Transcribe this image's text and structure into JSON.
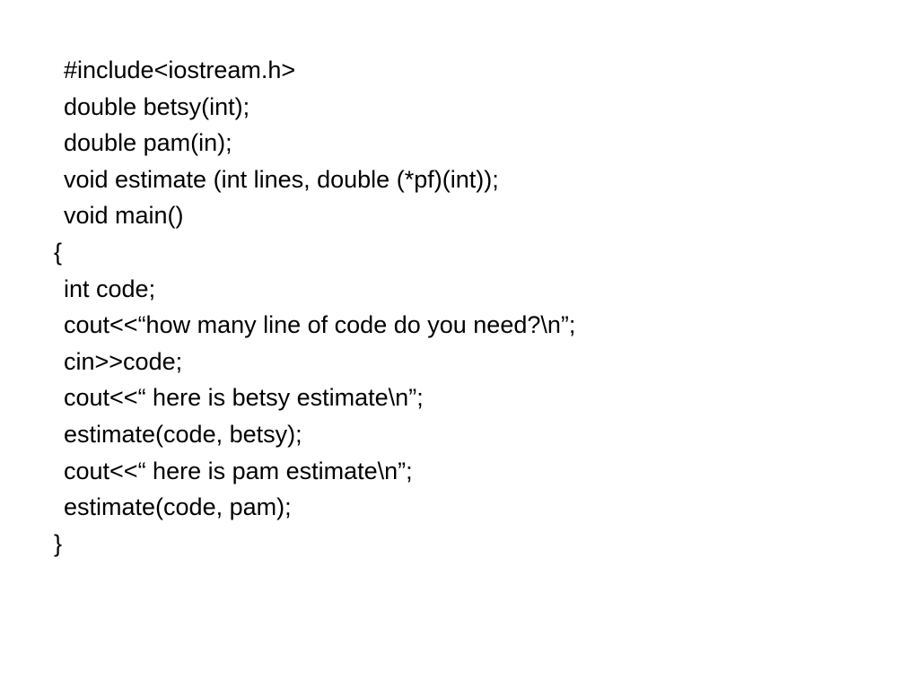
{
  "colors": {
    "background": "#ffffff",
    "text": "#000000"
  },
  "slide": {
    "lines": [
      {
        "text": "#include<iostream.h>",
        "indent": true
      },
      {
        "text": "double betsy(int);",
        "indent": true
      },
      {
        "text": "double pam(in);",
        "indent": true
      },
      {
        "text": "void estimate (int lines, double (*pf)(int));",
        "indent": true
      },
      {
        "text": "void main()",
        "indent": true
      },
      {
        "text": "{",
        "indent": false
      },
      {
        "text": "int code;",
        "indent": true
      },
      {
        "text": "cout<<“how many line of code do you need?\\n”;",
        "indent": true
      },
      {
        "text": "cin>>code;",
        "indent": true
      },
      {
        "text": "cout<<“ here is betsy estimate\\n”;",
        "indent": true
      },
      {
        "text": "estimate(code, betsy);",
        "indent": true
      },
      {
        "text": "cout<<“ here is pam estimate\\n”;",
        "indent": true
      },
      {
        "text": "estimate(code, pam);",
        "indent": true
      },
      {
        "text": "}",
        "indent": false
      }
    ]
  }
}
